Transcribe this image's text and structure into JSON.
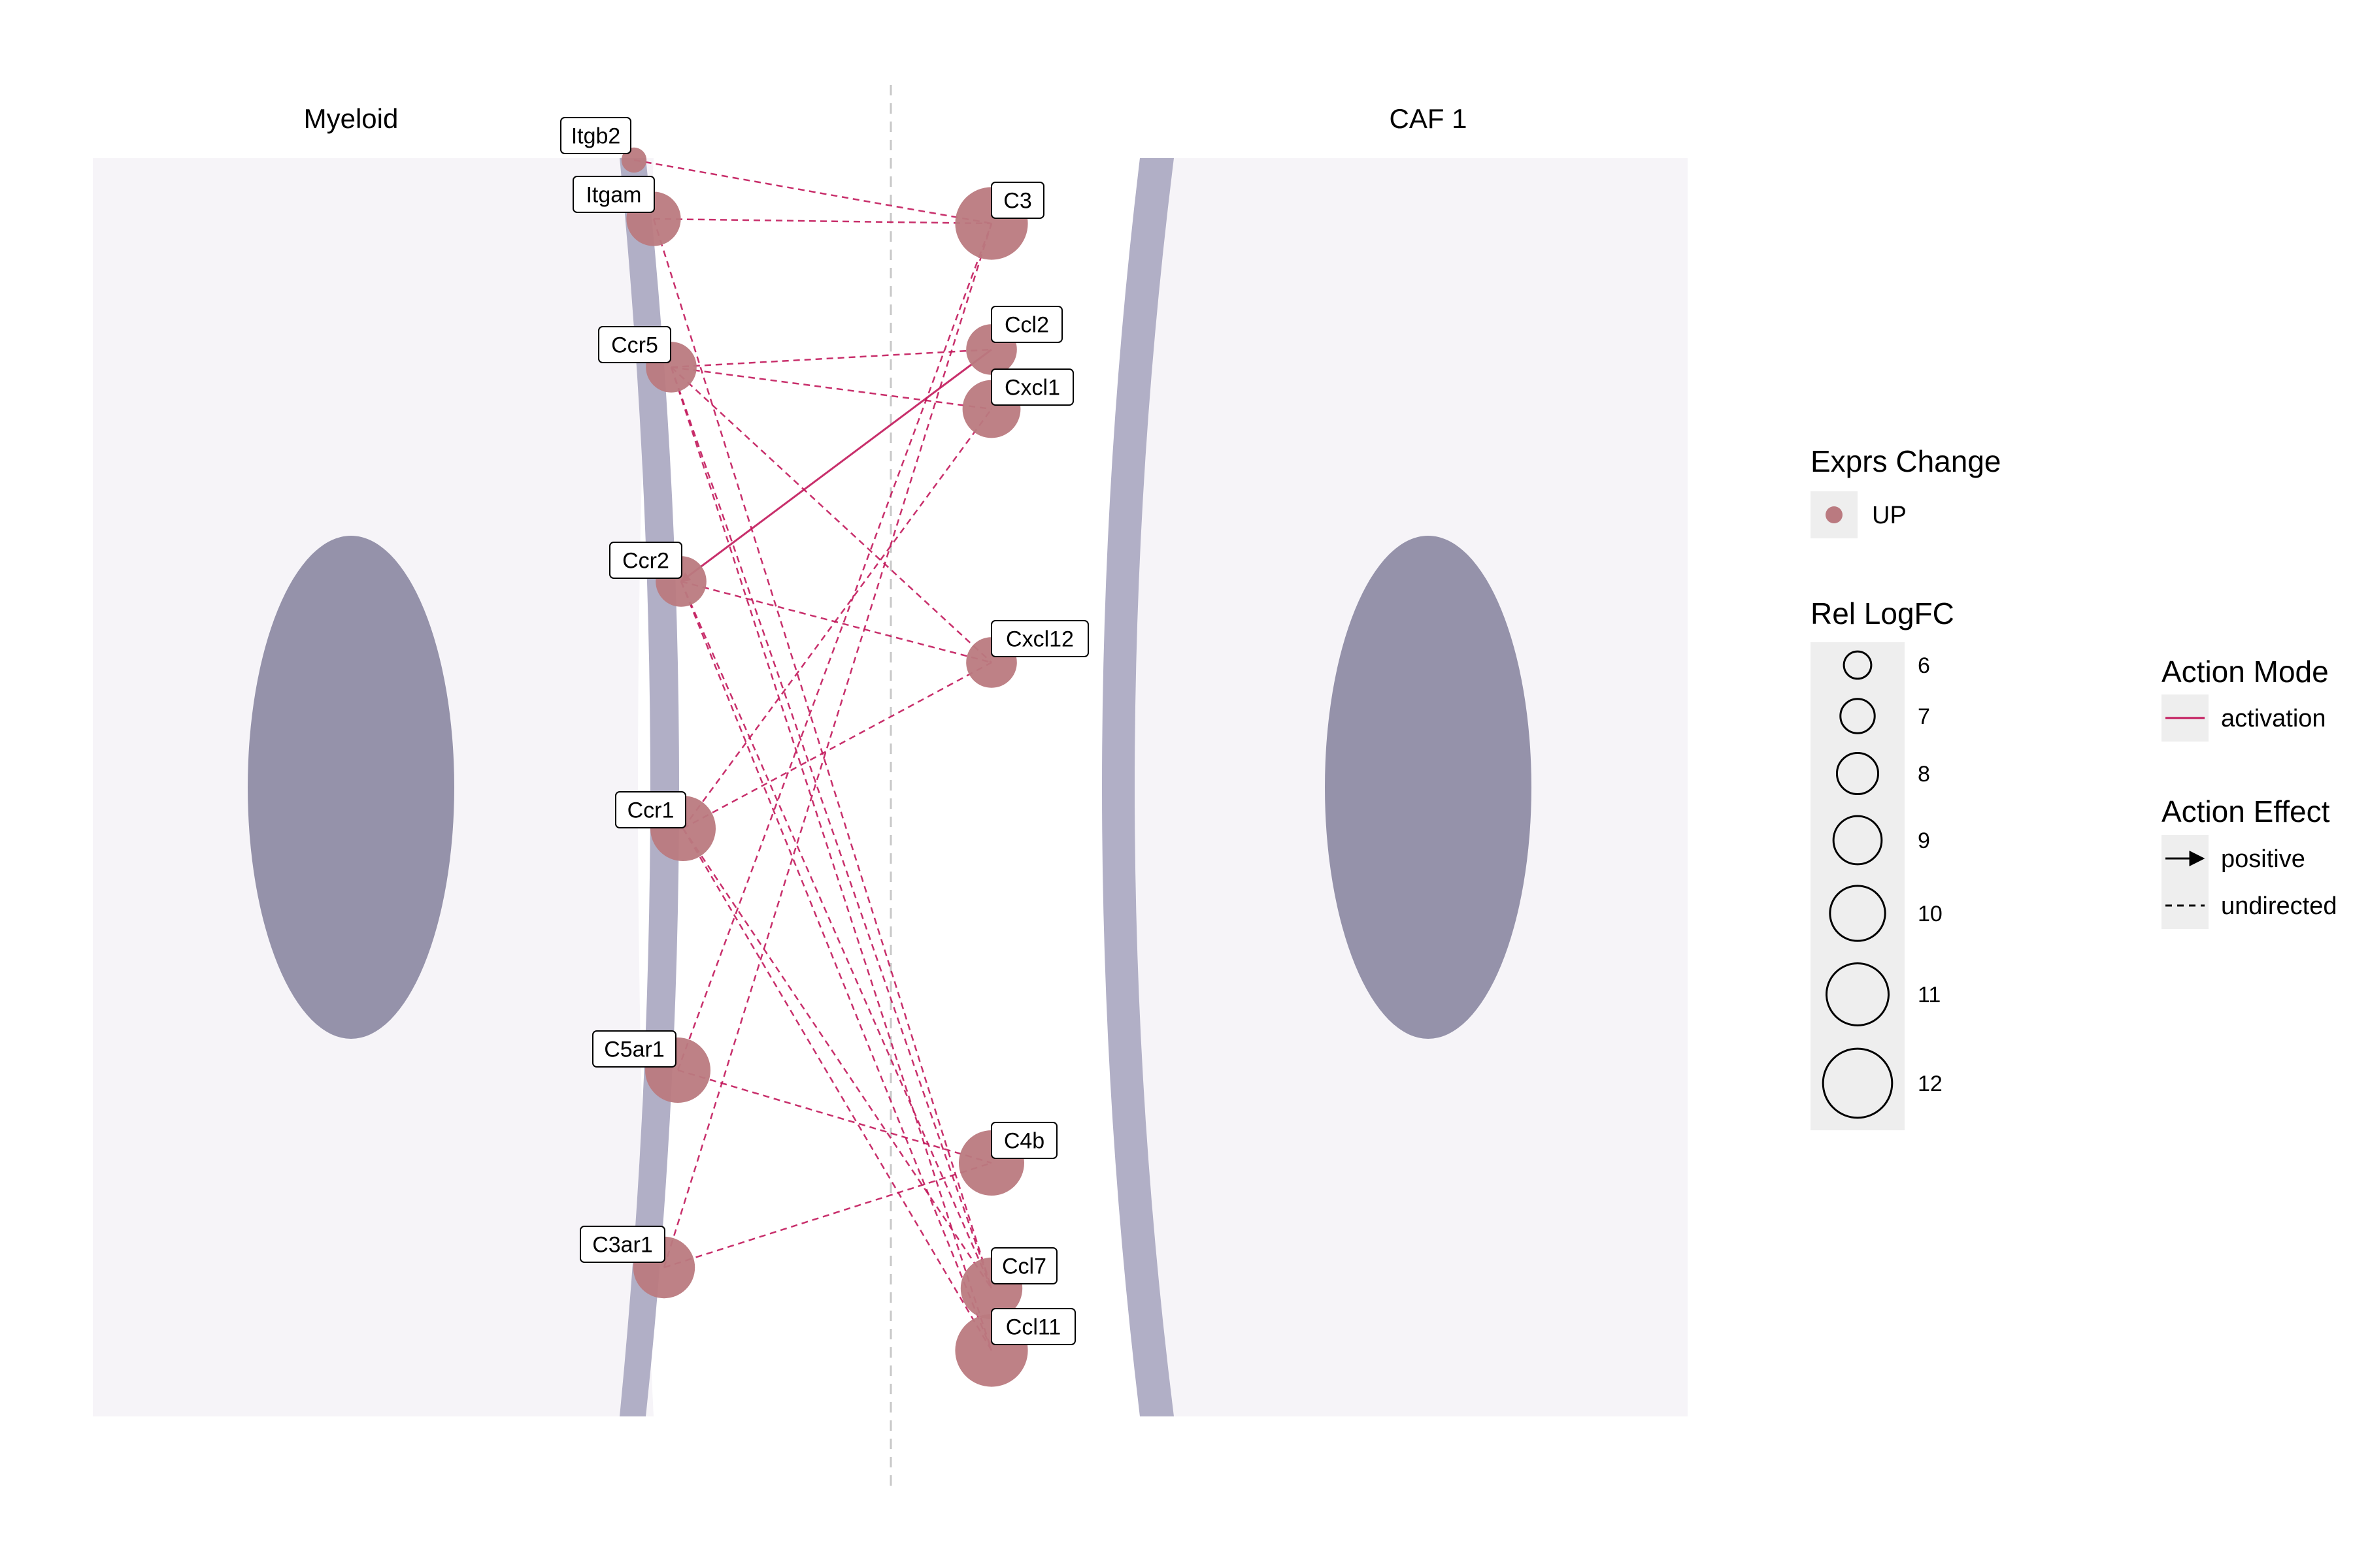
{
  "titles": {
    "left_cell": "Myeloid",
    "right_cell": "CAF 1"
  },
  "colors": {
    "cell_fill": "#f6f4f8",
    "membrane": "#b1afc6",
    "nucleus": "#9592aa",
    "node": "#ba7a80",
    "edge": "#c2185b",
    "divider": "#c8c8c8",
    "legend_bg": "#eeeeee"
  },
  "receptors": [
    {
      "id": "Itgb2",
      "label": "Itgb2",
      "logfc": 5.5
    },
    {
      "id": "Itgam",
      "label": "Itgam",
      "logfc": 9.5
    },
    {
      "id": "Ccr5",
      "label": "Ccr5",
      "logfc": 9
    },
    {
      "id": "Ccr2",
      "label": "Ccr2",
      "logfc": 9
    },
    {
      "id": "Ccr1",
      "label": "Ccr1",
      "logfc": 11
    },
    {
      "id": "C5ar1",
      "label": "C5ar1",
      "logfc": 11
    },
    {
      "id": "C3ar1",
      "label": "C3ar1",
      "logfc": 10.5
    }
  ],
  "ligands": [
    {
      "id": "C3",
      "label": "C3",
      "logfc": 12
    },
    {
      "id": "Ccl2",
      "label": "Ccl2",
      "logfc": 9
    },
    {
      "id": "Cxcl1",
      "label": "Cxcl1",
      "logfc": 10
    },
    {
      "id": "Cxcl12",
      "label": "Cxcl12",
      "logfc": 9
    },
    {
      "id": "C4b",
      "label": "C4b",
      "logfc": 11
    },
    {
      "id": "Ccl7",
      "label": "Ccl7",
      "logfc": 10.5
    },
    {
      "id": "Ccl11",
      "label": "Ccl11",
      "logfc": 12
    }
  ],
  "edges": [
    {
      "from": "Itgb2",
      "to": "C3",
      "effect": "undirected"
    },
    {
      "from": "Itgam",
      "to": "C3",
      "effect": "undirected"
    },
    {
      "from": "Itgam",
      "to": "Ccl7",
      "effect": "undirected"
    },
    {
      "from": "Ccr5",
      "to": "Ccl2",
      "effect": "undirected"
    },
    {
      "from": "Ccr5",
      "to": "Cxcl1",
      "effect": "undirected"
    },
    {
      "from": "Ccr5",
      "to": "Cxcl12",
      "effect": "undirected"
    },
    {
      "from": "Ccr5",
      "to": "Ccl7",
      "effect": "undirected"
    },
    {
      "from": "Ccr5",
      "to": "Ccl11",
      "effect": "undirected"
    },
    {
      "from": "Ccr2",
      "to": "Cxcl12",
      "effect": "undirected"
    },
    {
      "from": "Ccr2",
      "to": "Ccl7",
      "effect": "undirected"
    },
    {
      "from": "Ccr2",
      "to": "Ccl11",
      "effect": "undirected"
    },
    {
      "from": "Ccr1",
      "to": "Cxcl1",
      "effect": "undirected"
    },
    {
      "from": "Ccr1",
      "to": "Cxcl12",
      "effect": "undirected"
    },
    {
      "from": "Ccr1",
      "to": "Ccl7",
      "effect": "undirected"
    },
    {
      "from": "Ccr1",
      "to": "Ccl11",
      "effect": "undirected"
    },
    {
      "from": "C5ar1",
      "to": "C3",
      "effect": "undirected"
    },
    {
      "from": "C5ar1",
      "to": "C4b",
      "effect": "undirected"
    },
    {
      "from": "C3ar1",
      "to": "C3",
      "effect": "undirected"
    },
    {
      "from": "C3ar1",
      "to": "C4b",
      "effect": "undirected"
    },
    {
      "from": "Ccl2",
      "to": "Ccr2",
      "effect": "positive"
    }
  ],
  "legend": {
    "exprs_change": {
      "title": "Exprs Change",
      "items": [
        "UP"
      ]
    },
    "rel_logfc": {
      "title": "Rel LogFC",
      "values": [
        6,
        7,
        8,
        9,
        10,
        11,
        12
      ]
    },
    "action_mode": {
      "title": "Action Mode",
      "items": [
        "activation"
      ]
    },
    "action_effect": {
      "title": "Action Effect",
      "items": [
        "positive",
        "undirected"
      ]
    }
  }
}
